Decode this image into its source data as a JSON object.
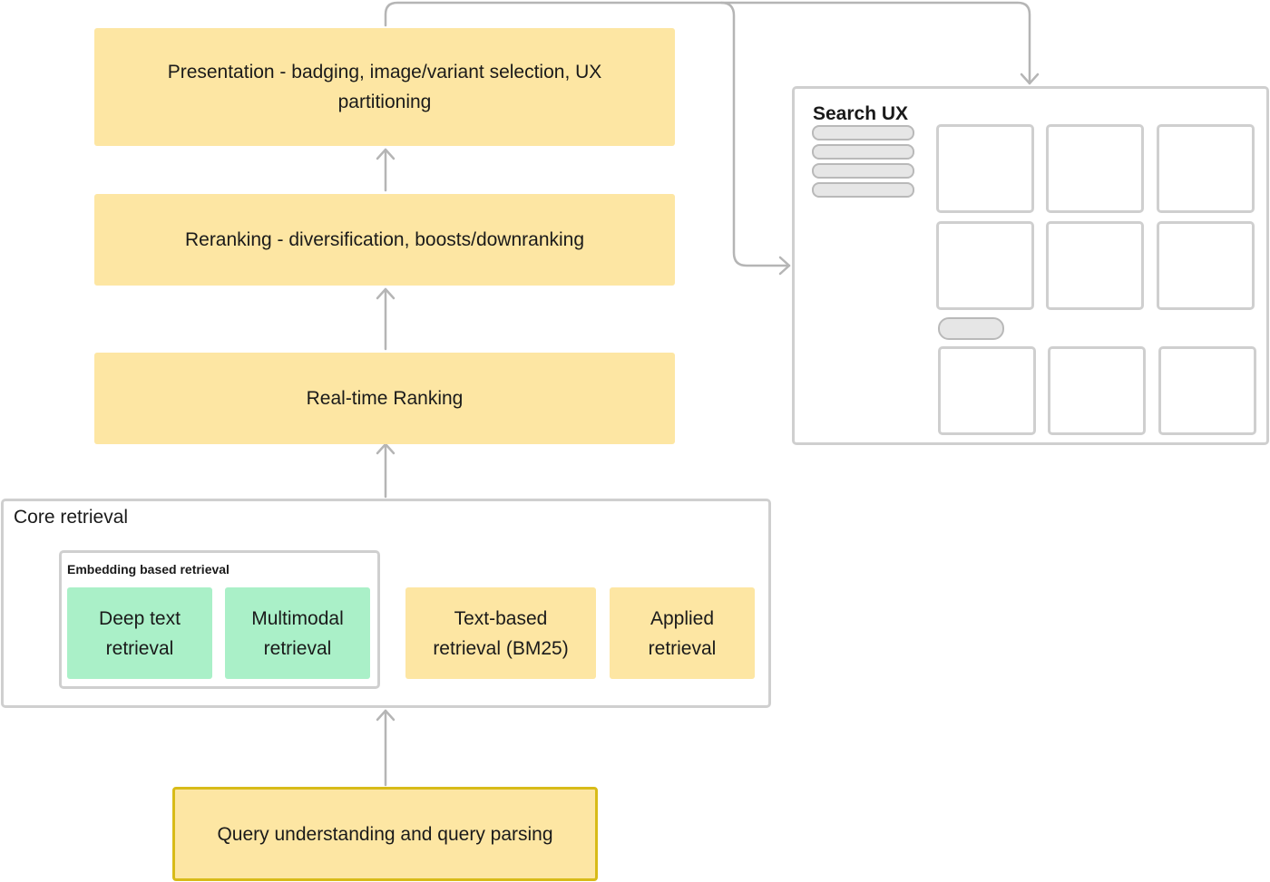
{
  "diagram": {
    "presentation": "Presentation - badging, image/variant selection, UX partitioning",
    "reranking": "Reranking - diversification, boosts/downranking",
    "realtime_ranking": "Real-time Ranking",
    "core_retrieval": {
      "title": "Core retrieval",
      "embedding_group": {
        "title": "Embedding based retrieval",
        "deep_text": "Deep text retrieval",
        "multimodal": "Multimodal retrieval"
      },
      "text_based": "Text-based retrieval (BM25)",
      "applied": "Applied retrieval"
    },
    "query_understanding": "Query understanding and query parsing",
    "search_ux": {
      "title": "Search UX"
    }
  },
  "colors": {
    "stage_fill": "#fde6a3",
    "embedding_fill": "#aaf0c8",
    "query_border": "#d8bb18",
    "frame_border": "#cfcfcf",
    "arrow": "#b5b5b5"
  }
}
